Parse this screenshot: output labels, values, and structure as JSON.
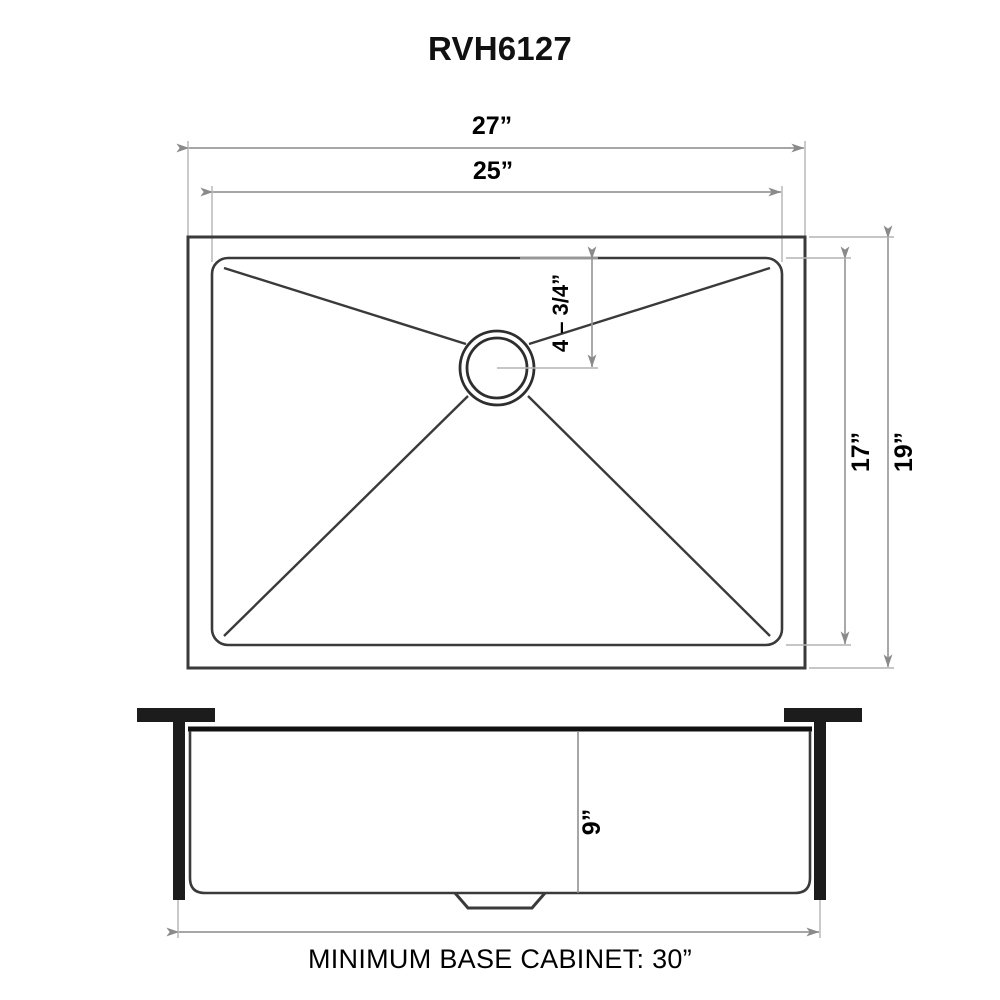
{
  "title": "RVH6127",
  "top_view": {
    "name": "sink-top-view",
    "dimensions": {
      "overall_width": "27”",
      "basin_width": "25”",
      "basin_depth": "17”",
      "overall_depth": "19”",
      "drain_offset": "4 – 3/4”"
    }
  },
  "elevation_view": {
    "name": "sink-front-elevation",
    "dimensions": {
      "bowl_depth": "9”"
    },
    "caption": "MINIMUM BASE CABINET: 30”"
  },
  "icons": {
    "drain": "drain-circle-icon",
    "countertop": "countertop-slab-icon",
    "cabinet_wall": "cabinet-wall-icon"
  },
  "colors": {
    "line": "#3a3a3a",
    "dimension_line": "#9a9a9a",
    "solid": "#1c1c1c",
    "text": "#000000",
    "background": "#ffffff"
  }
}
